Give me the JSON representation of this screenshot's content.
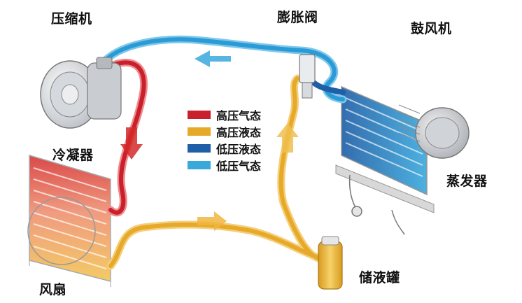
{
  "labels": {
    "compressor": "压缩机",
    "expansion_valve": "膨胀阀",
    "blower": "鼓风机",
    "condenser": "冷凝器",
    "evaporator": "蒸发器",
    "fan": "风扇",
    "receiver_drier": "储液罐"
  },
  "legend": [
    {
      "text": "高压气态",
      "color": "#c8202c"
    },
    {
      "text": "高压液态",
      "color": "#e7a92a"
    },
    {
      "text": "低压液态",
      "color": "#1f5fa8"
    },
    {
      "text": "低压气态",
      "color": "#39a9dc"
    }
  ],
  "colors": {
    "high_pressure_gas": "#c8202c",
    "high_pressure_liquid": "#e7a92a",
    "low_pressure_liquid": "#1f5fa8",
    "low_pressure_gas": "#39a9dc"
  }
}
